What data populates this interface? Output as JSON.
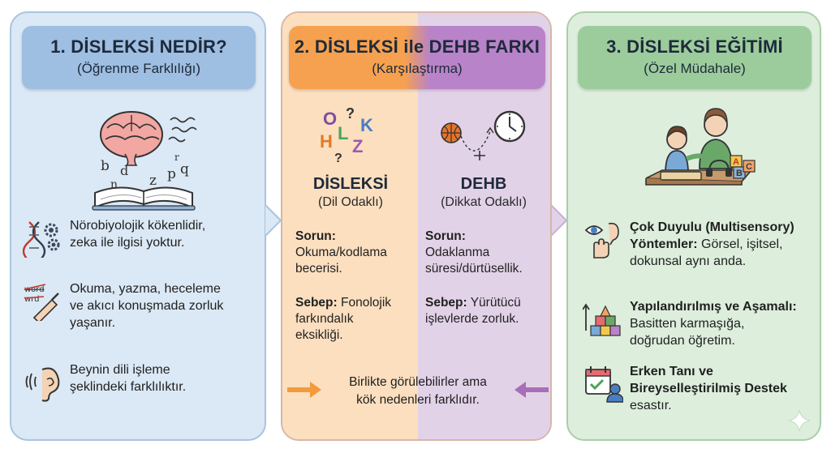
{
  "panel1": {
    "title": "1. DİSLEKSİ NEDİR?",
    "subtitle": "(Öğrenme Farklılığı)",
    "illustration_letters": [
      "b",
      "d",
      "n",
      "z",
      "p",
      "q",
      "r"
    ],
    "items": [
      {
        "icon": "dna-gears-icon",
        "text": "Nörobiyolojik kökenlidir,\nzeka ile ilgisi yoktur."
      },
      {
        "icon": "writing-hand-icon",
        "text": "Okuma, yazma, heceleme\nve akıcı konuşmada zorluk\nyaşanır.",
        "icon_words": [
          "word",
          "wrd"
        ]
      },
      {
        "icon": "ear-sound-icon",
        "text": "Beynin dili işleme\nşeklindeki farklılıktır."
      }
    ]
  },
  "panel2": {
    "title": "2. DİSLEKSİ ile DEHB FARKI",
    "subtitle": "(Karşılaştırma)",
    "left": {
      "name": "DİSLEKSİ",
      "desc": "(Dil Odaklı)",
      "letters": [
        "O",
        "?",
        "K",
        "H",
        "L",
        "Z",
        "?"
      ],
      "problem_label": "Sorun:",
      "problem_text": "Okuma/kodlama\nbecerisi.",
      "cause_label": "Sebep:",
      "cause_text": " Fonolojik\nfarkındalık\neksikliği."
    },
    "right": {
      "name": "DEHB",
      "desc": "(Dikkat Odaklı)",
      "problem_label": "Sorun:",
      "problem_text": "Odaklanma\nsüresi/dürtüsellik.",
      "cause_label": "Sebep:",
      "cause_text": " Yürütücü\nişlevlerde zorluk."
    },
    "footer": "Birlikte görülebilirler ama\nkök nedenleri farklıdır.",
    "colors": {
      "left": "#f6a14f",
      "right": "#b883c9"
    }
  },
  "panel3": {
    "title": "3. DİSLEKSİ EĞİTİMİ",
    "subtitle": "(Özel Müdahale)",
    "blocks": [
      "A",
      "B",
      "C"
    ],
    "items": [
      {
        "icon": "eye-ear-hand-icon",
        "bold": "Çok Duyulu (Multisensory)\nYöntemler:",
        "text": " Görsel, işitsel,\ndokunsal aynı anda."
      },
      {
        "icon": "stacked-blocks-icon",
        "bold": "Yapılandırılmış ve Aşamalı:",
        "text": "\nBasitten karmaşığa,\ndoğrudan öğretim."
      },
      {
        "icon": "calendar-person-icon",
        "bold": "Erken Tanı ve\nBireyselleştirilmiş Destek",
        "text": "\nesastır."
      }
    ],
    "colors": {
      "accent": "#5aa65a"
    }
  }
}
